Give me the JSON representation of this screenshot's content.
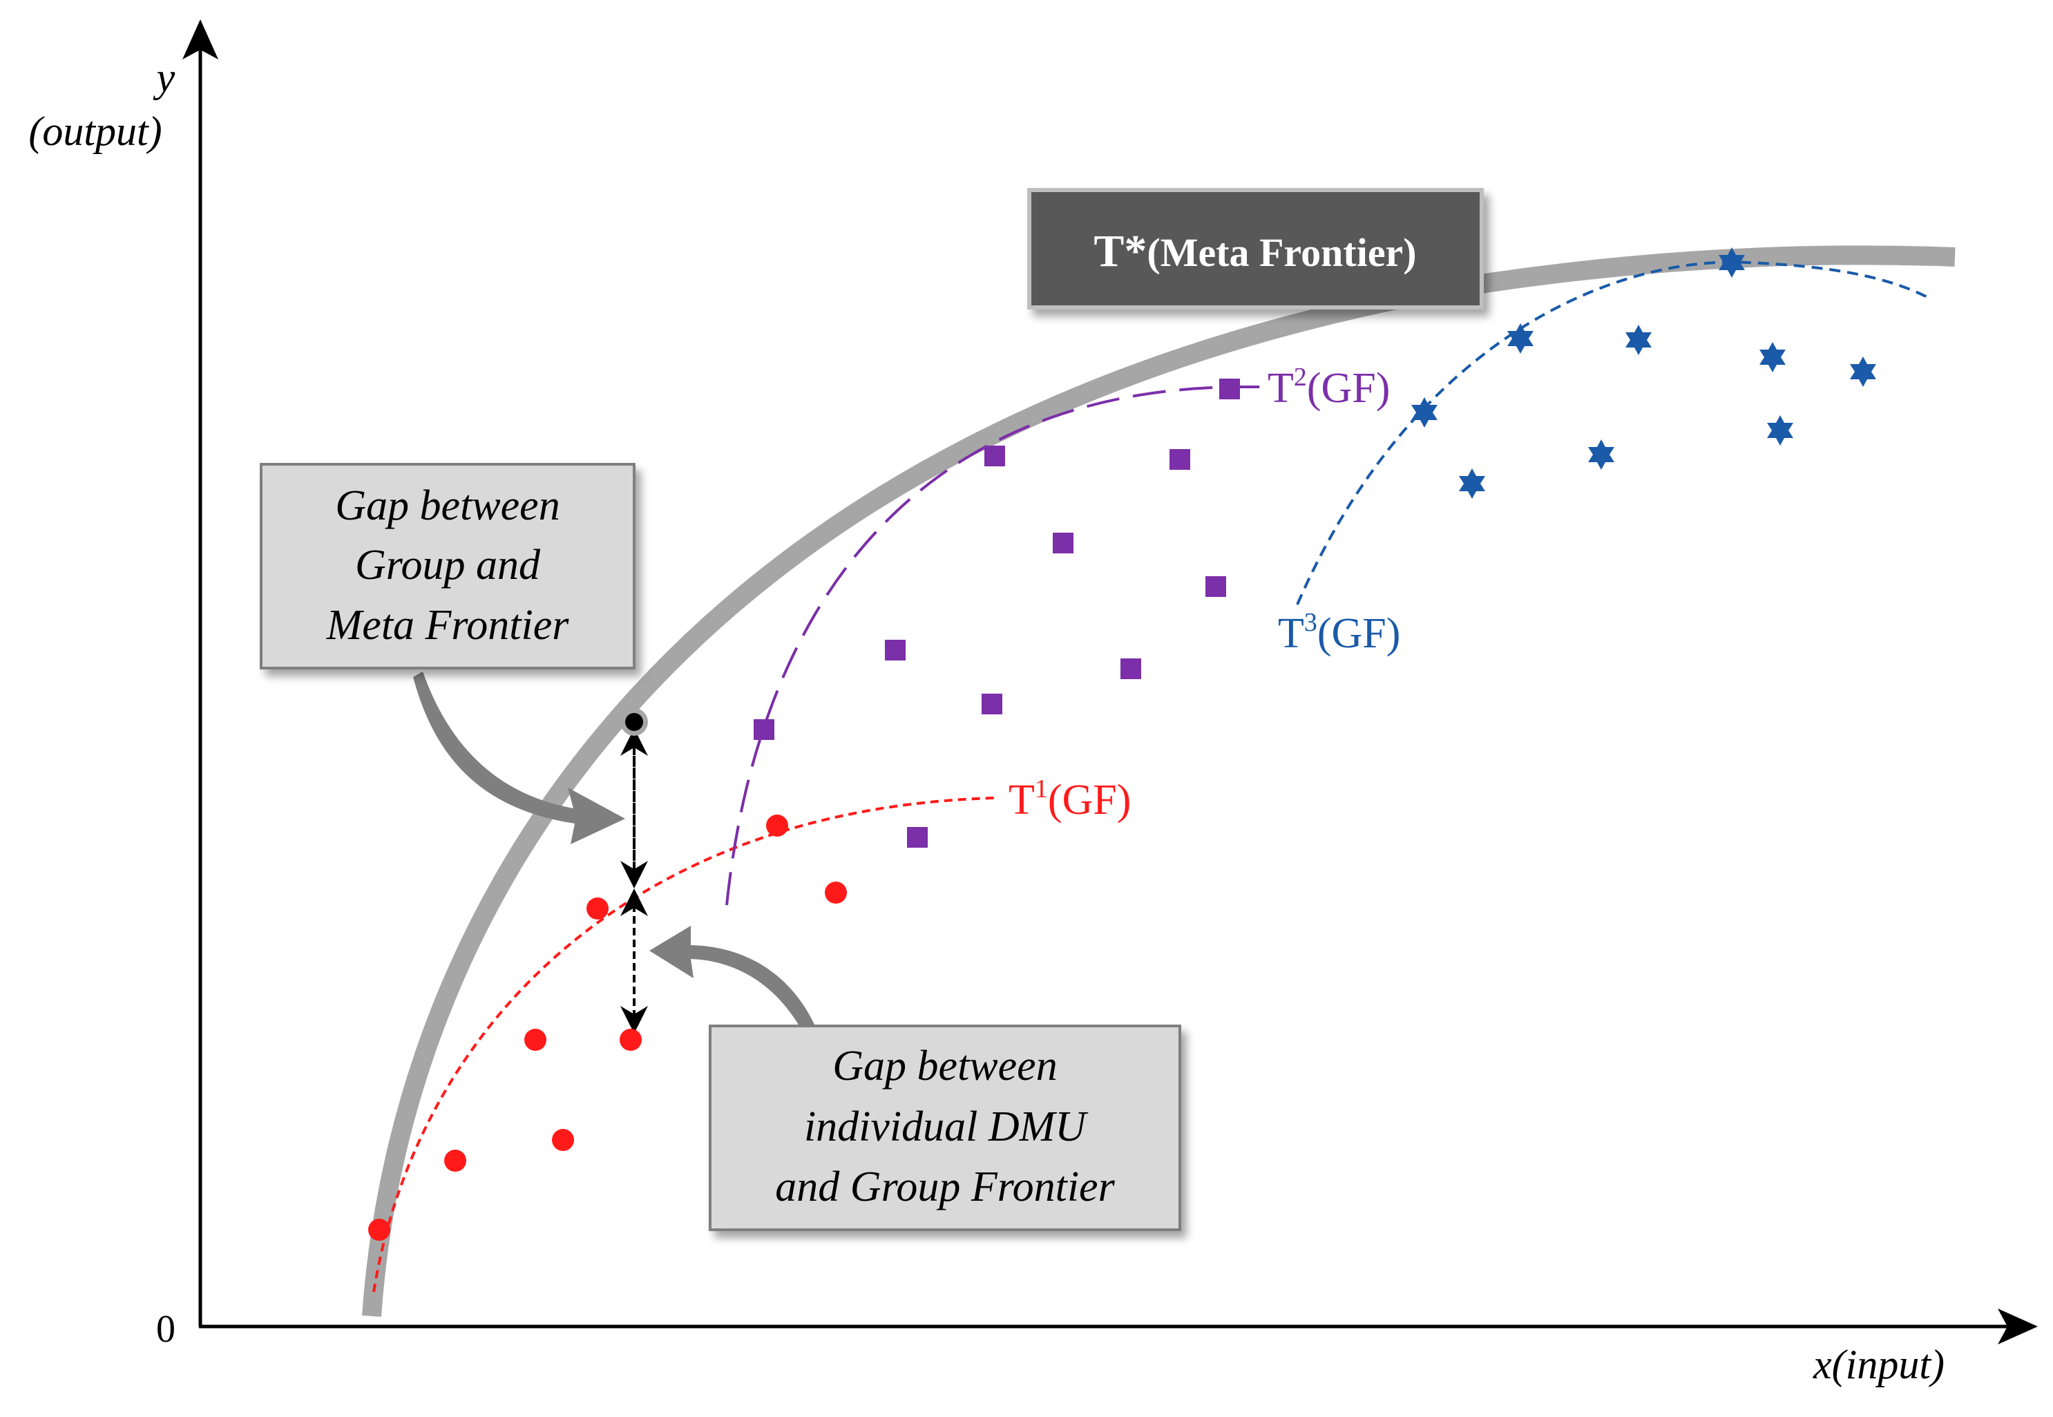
{
  "axes": {
    "y_label_line1": "y",
    "y_label_line2": "(output)",
    "x_label": "x(input)",
    "origin_label": "0"
  },
  "meta_frontier": {
    "label_main": "T*",
    "label_rest": "(Meta Frontier)"
  },
  "group_frontiers": [
    {
      "label_base": "T",
      "label_sup": "1",
      "label_rest": "(GF)",
      "color": "#ff1a1a"
    },
    {
      "label_base": "T",
      "label_sup": "2",
      "label_rest": "(GF)",
      "color": "#7b2fa8"
    },
    {
      "label_base": "T",
      "label_sup": "3",
      "label_rest": "(GF)",
      "color": "#1a5aa8"
    }
  ],
  "callouts": {
    "group_meta_gap": [
      "Gap between",
      "Group and",
      "Meta Frontier"
    ],
    "dmu_group_gap": [
      "Gap between",
      "individual DMU",
      "and Group Frontier"
    ]
  },
  "colors": {
    "meta_frontier": "#a6a6a6",
    "group1": "#ff1a1a",
    "group2": "#7b2fa8",
    "group3": "#1a5aa8",
    "title_box": "#595959",
    "callout_box": "#d9d9d9",
    "axis": "#000000"
  },
  "markers": {
    "group1": "circle",
    "group2": "square",
    "group3": "star"
  }
}
